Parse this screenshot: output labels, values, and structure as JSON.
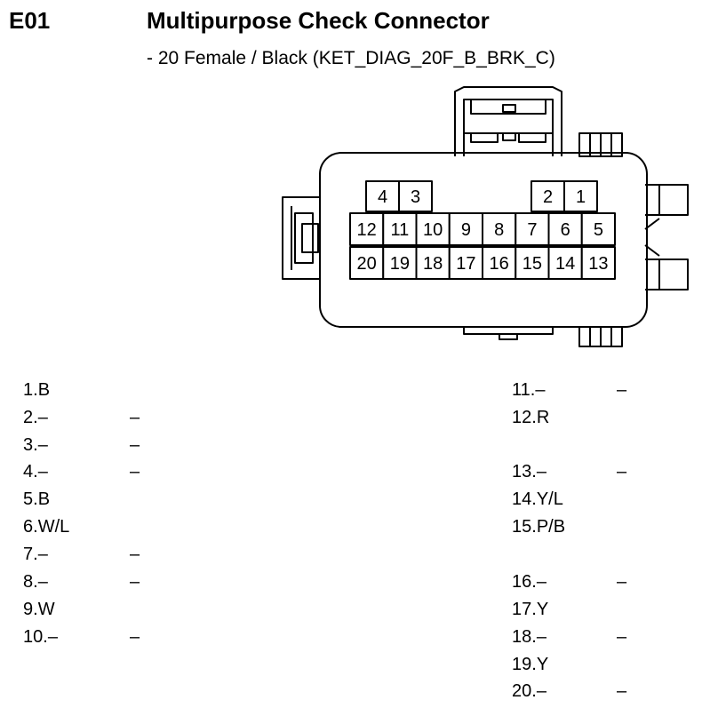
{
  "header": {
    "code": "E01",
    "title": "Multipurpose Check Connector",
    "subtitle": "- 20 Female / Black (KET_DIAG_20F_B_BRK_C)"
  },
  "connector": {
    "top_row_left": [
      "4",
      "3"
    ],
    "top_row_right": [
      "2",
      "1"
    ],
    "row1": [
      "12",
      "11",
      "10",
      "9",
      "8",
      "7",
      "6",
      "5"
    ],
    "row2": [
      "20",
      "19",
      "18",
      "17",
      "16",
      "15",
      "14",
      "13"
    ]
  },
  "pins_left": [
    {
      "num": "1.",
      "c1": "B",
      "c2": ""
    },
    {
      "num": "2.",
      "c1": "–",
      "c2": "–"
    },
    {
      "num": "3.",
      "c1": "–",
      "c2": "–"
    },
    {
      "num": "4.",
      "c1": "–",
      "c2": "–"
    },
    {
      "num": "5.",
      "c1": "B",
      "c2": ""
    },
    {
      "num": "6.",
      "c1": "W/L",
      "c2": ""
    },
    {
      "num": "7.",
      "c1": "–",
      "c2": "–"
    },
    {
      "num": "8.",
      "c1": "–",
      "c2": "–"
    },
    {
      "num": "9.",
      "c1": "W",
      "c2": ""
    },
    {
      "num": "10.",
      "c1": "–",
      "c2": "–"
    }
  ],
  "pins_right": [
    {
      "num": "11.",
      "c1": "–",
      "c2": "–"
    },
    {
      "num": "12.",
      "c1": "R",
      "c2": ""
    },
    {
      "num": "13.",
      "c1": "–",
      "c2": "–"
    },
    {
      "num": "14.",
      "c1": "Y/L",
      "c2": ""
    },
    {
      "num": "15.",
      "c1": "P/B",
      "c2": ""
    },
    {
      "num": "16.",
      "c1": "–",
      "c2": "–"
    },
    {
      "num": "17.",
      "c1": "Y",
      "c2": ""
    },
    {
      "num": "18.",
      "c1": "–",
      "c2": "–"
    },
    {
      "num": "19.",
      "c1": "Y",
      "c2": ""
    },
    {
      "num": "20.",
      "c1": "–",
      "c2": "–"
    }
  ]
}
